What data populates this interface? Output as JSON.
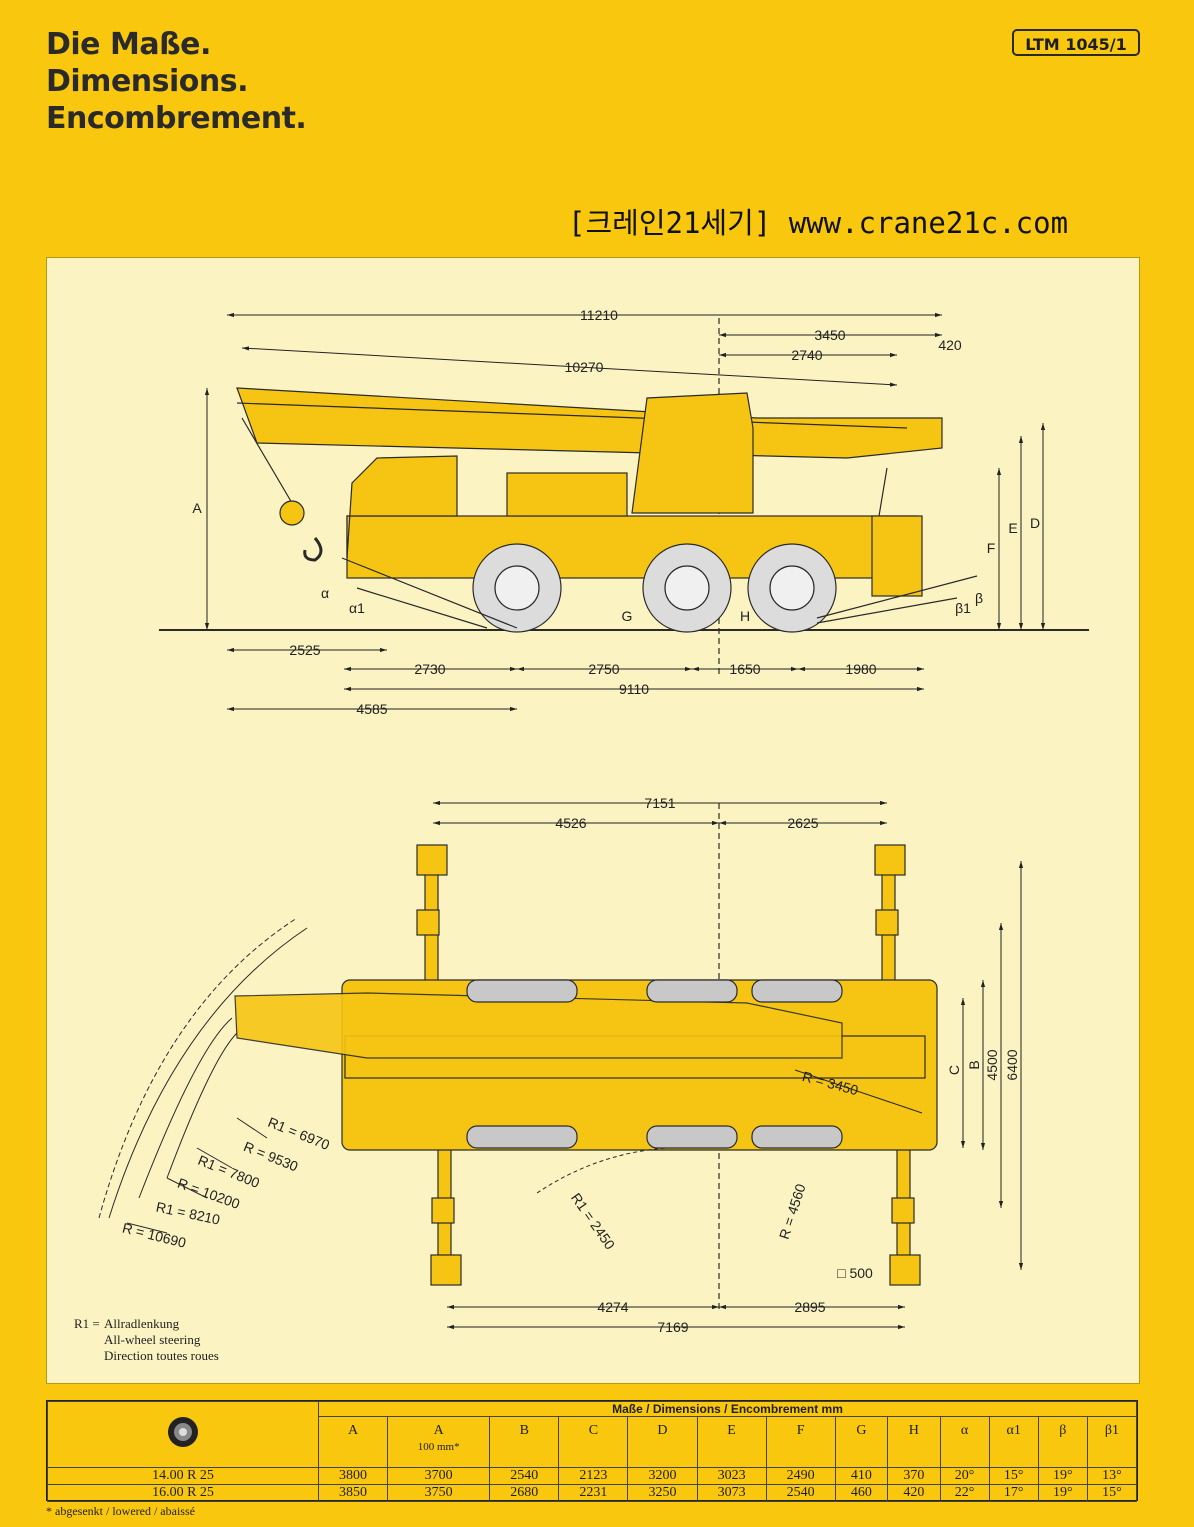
{
  "header": {
    "title_lines": [
      "Die Maße.",
      "Dimensions.",
      "Encombrement."
    ],
    "model": "LTM 1045/1",
    "watermark": "[크레인21세기] www.crane21c.com"
  },
  "side_view": {
    "dims_top": [
      "11210",
      "10270",
      "3450",
      "2740",
      "420"
    ],
    "dims_bottom": [
      "2525",
      "2730",
      "2750",
      "1650",
      "1980",
      "9110",
      "4585"
    ],
    "letter_labels": [
      "A",
      "D",
      "E",
      "F",
      "G",
      "H"
    ],
    "angle_labels": [
      "α",
      "α1",
      "β1",
      "β"
    ]
  },
  "top_view": {
    "dims_top": [
      "7151",
      "4526",
      "2625"
    ],
    "dims_bottom": [
      "4274",
      "2895",
      "7169"
    ],
    "dims_right": [
      "C",
      "B",
      "4500",
      "6400"
    ],
    "radii": [
      "R1 = 6970",
      "R = 9530",
      "R1 = 7800",
      "R = 10200",
      "R1 = 8210",
      "R = 10690",
      "R = 3450",
      "R1 = 2450",
      "R = 4560"
    ],
    "pad_label": "□ 500"
  },
  "legend": {
    "key": "R1 =",
    "lines": [
      "Allradlenkung",
      "All-wheel steering",
      "Direction toutes roues"
    ]
  },
  "table": {
    "caption": "Maße / Dimensions / Encombrement mm",
    "columns": [
      "A",
      "A",
      "B",
      "C",
      "D",
      "E",
      "F",
      "G",
      "H",
      "α",
      "α1",
      "β",
      "β1"
    ],
    "a2_note": "100 mm*",
    "rows": [
      {
        "tire": "14.00 R 25",
        "values": [
          "3800",
          "3700",
          "2540",
          "2123",
          "3200",
          "3023",
          "2490",
          "410",
          "370",
          "20°",
          "15°",
          "19°",
          "13°"
        ]
      },
      {
        "tire": "16.00 R 25",
        "values": [
          "3850",
          "3750",
          "2680",
          "2231",
          "3250",
          "3073",
          "2540",
          "460",
          "420",
          "22°",
          "17°",
          "19°",
          "15°"
        ]
      }
    ]
  },
  "footnote": "* abgesenkt / lowered / abaissé",
  "colors": {
    "background": "#f9c80e",
    "panel": "#fbf3c2",
    "crane": "#f6c514",
    "outline": "#2a2a2a"
  }
}
